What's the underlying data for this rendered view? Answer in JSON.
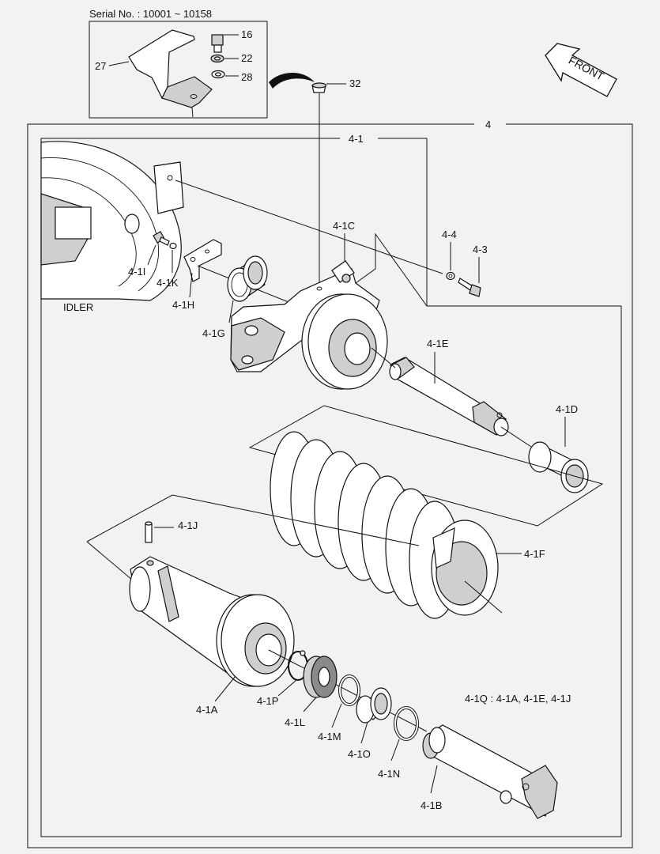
{
  "serial_note": "Serial No. : 10001 ~ 10158",
  "front_label": "FRONT",
  "idler_label": "IDLER",
  "kit_note": "4-1Q : 4-1A, 4-1E, 4-1J",
  "callouts": {
    "c16": "16",
    "c22": "22",
    "c28": "28",
    "c27": "27",
    "c32": "32",
    "c4": "4",
    "c4_1": "4-1",
    "c4_1C": "4-1C",
    "c4_4": "4-4",
    "c4_3": "4-3",
    "c4_1I": "4-1I",
    "c4_1K": "4-1K",
    "c4_1H": "4-1H",
    "c4_1G": "4-1G",
    "c4_1E": "4-1E",
    "c4_1D": "4-1D",
    "c4_1F": "4-1F",
    "c4_1J": "4-1J",
    "c4_1A": "4-1A",
    "c4_1P": "4-1P",
    "c4_1L": "4-1L",
    "c4_1M": "4-1M",
    "c4_1O": "4-1O",
    "c4_1N": "4-1N",
    "c4_1B": "4-1B"
  }
}
